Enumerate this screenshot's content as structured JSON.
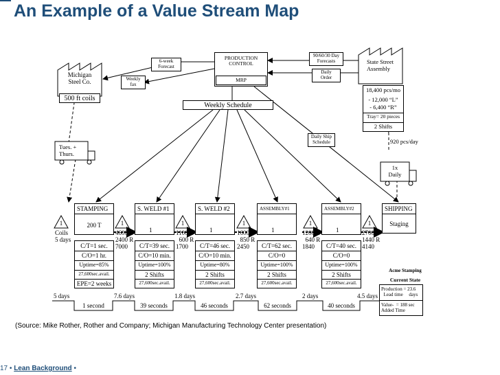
{
  "title": "An Example of a Value Stream Map",
  "supplier": {
    "name": "Michigan\nSteel Co.",
    "lot": "500 ft coils",
    "delivery": "Tues. +\nThurs."
  },
  "customer": {
    "name": "State Street\nAssembly",
    "demand": "18,400 pcs/mo",
    "l": "- 12,000 “L”",
    "r": "-   6,400  “R”",
    "tray": "Tray= 20 pieces",
    "shifts": "2 Shifts",
    "rate": "920 pcs/day",
    "delivery": "1x\nDaily"
  },
  "control": {
    "name": "PRODUCTION\nCONTROL",
    "mrp": "MRP",
    "forecast6": "6-week\nForecast",
    "weekly_fax": "Weekly\nfax",
    "forecast906030": "90/60/30 Day\nForecasts",
    "daily_order": "Daily\nOrder",
    "weekly_schedule": "Weekly Schedule",
    "daily_ship": "Daily Ship\nSchedule"
  },
  "processes": [
    {
      "name": "STAMPING",
      "inner": "200 T",
      "ops": "",
      "ct": "C/T=1 sec.",
      "co": "C/O=1 hr.",
      "uptime": "Uptime=85%",
      "avail": "27,600sec.avail.",
      "last": "EPE=2 weeks"
    },
    {
      "name": "S. WELD #1",
      "inner": "",
      "ops": "1",
      "ct": "C/T=39 sec.",
      "co": "C/O=10 min.",
      "uptime": "Uptime=100%",
      "avail": "",
      "last": "2 Shifts",
      "avail2": "27,600sec.avail."
    },
    {
      "name": "S. WELD #2",
      "inner": "",
      "ops": "1",
      "ct": "C/T=46 sec.",
      "co": "C/O=10 min.",
      "uptime": "Uptime=80%",
      "avail": "",
      "last": "2 Shifts",
      "avail2": "27,600sec.avail."
    },
    {
      "name": "ASSEMBLY#1",
      "inner": "",
      "ops": "1",
      "ct": "C/T=62 sec.",
      "co": "C/O=0",
      "uptime": "Uptime=100%",
      "avail": "",
      "last": "2 Shifts",
      "avail2": "27,600sec.avail."
    },
    {
      "name": "ASSEMBLY#2",
      "inner": "",
      "ops": "1",
      "ct": "C/T=40 sec.",
      "co": "C/O=0",
      "uptime": "Uptime=100%",
      "avail": "",
      "last": "2 Shifts",
      "avail2": "27,600sec.avail."
    },
    {
      "name": "SHIPPING",
      "inner": "Staging",
      "ops": "",
      "ct": "",
      "co": "",
      "uptime": "",
      "avail": "",
      "last": ""
    }
  ],
  "inventory": [
    {
      "mark": "1",
      "text": "Coils\n5 days"
    },
    {
      "mark": "1",
      "text": "4600 L\n2400 R"
    },
    {
      "mark": "1",
      "text": "1100 L\n  600 R"
    },
    {
      "mark": "1",
      "text": "1600 L\n  850 R"
    },
    {
      "mark": "1",
      "text": "1200 L\n  640 R"
    },
    {
      "mark": "1",
      "text": "2700 L\n1440 R"
    }
  ],
  "push_counts": [
    "7000",
    "1700",
    "2450",
    "1840",
    "4140"
  ],
  "timeline": {
    "days": [
      "5 days",
      "7.6 days",
      "1.8 days",
      "2.7 days",
      "2 days",
      "4.5 days"
    ],
    "seconds": [
      "1 second",
      "39 seconds",
      "46 seconds",
      "62 seconds",
      "40 seconds"
    ]
  },
  "state": {
    "company": "Acme Stamping",
    "label": "Current State",
    "production": "Production = 23.6\n  Lead time     days",
    "value": "Value-  = 188 sec\nAdded Time"
  },
  "source": "(Source: Mike Rother, Rother and Company; Michigan Manufacturing Technology Center presentation)",
  "footer": {
    "page": "17",
    "sep": "•",
    "section": "Lean Background",
    "sep2": "•"
  }
}
